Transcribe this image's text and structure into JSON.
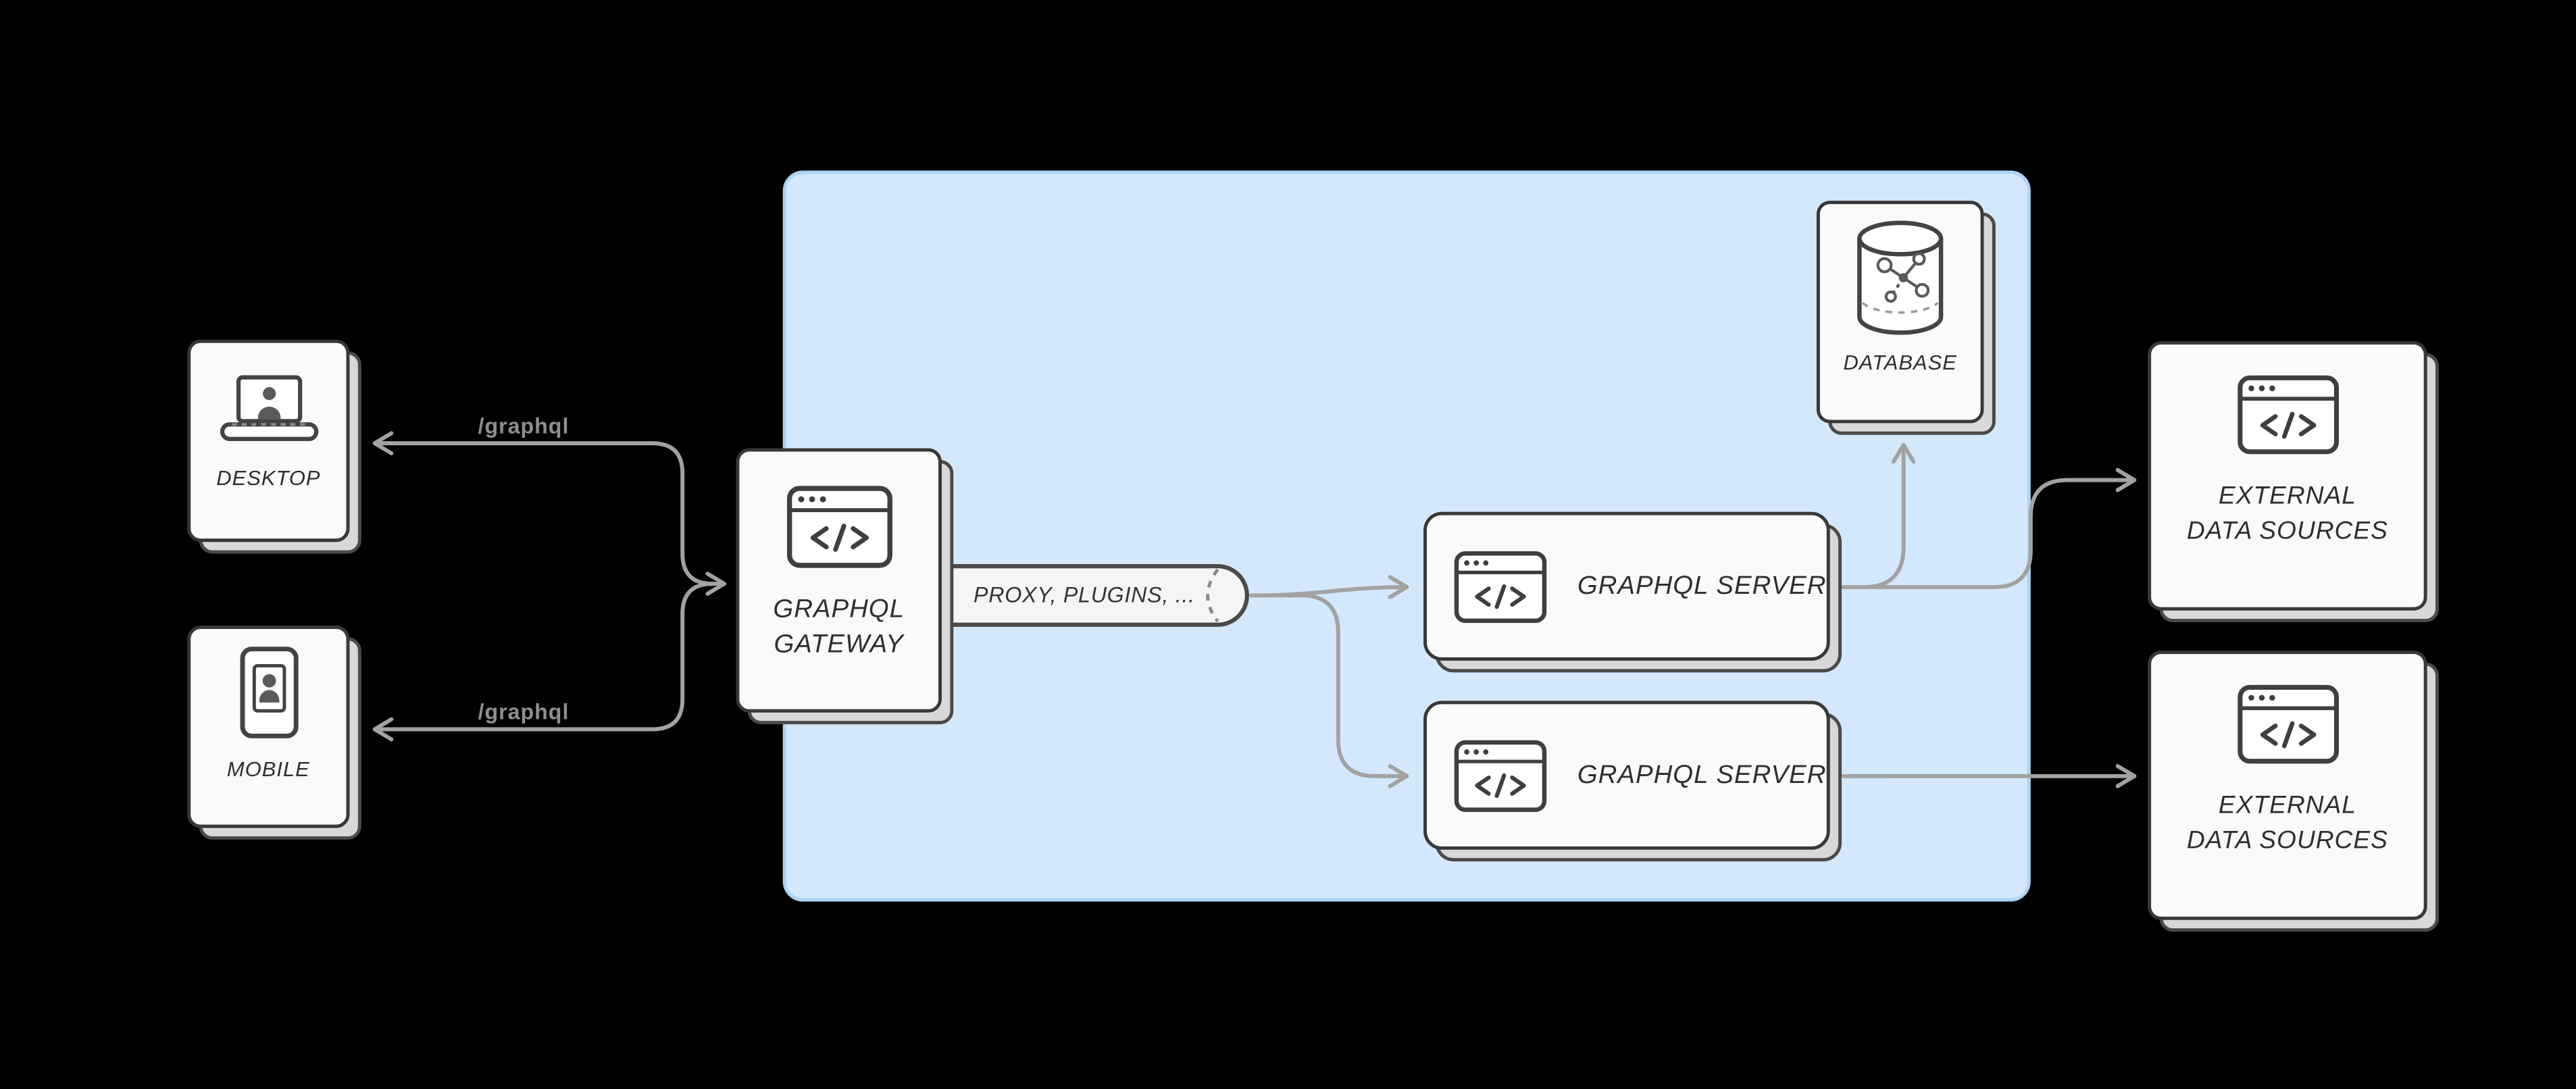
{
  "clients": {
    "desktop": {
      "label": "DESKTOP",
      "edge_label": "/graphql"
    },
    "mobile": {
      "label": "MOBILE",
      "edge_label": "/graphql"
    }
  },
  "gateway": {
    "line1": "GRAPHQL",
    "line2": "GATEWAY"
  },
  "pipe": {
    "label": "PROXY, PLUGINS, ..."
  },
  "servers": [
    {
      "label": "GRAPHQL SERVER"
    },
    {
      "label": "GRAPHQL SERVER"
    }
  ],
  "database": {
    "label": "DATABASE"
  },
  "externals": [
    {
      "line1": "EXTERNAL",
      "line2": "DATA SOURCES"
    },
    {
      "line1": "EXTERNAL",
      "line2": "DATA SOURCES"
    }
  ],
  "icons": {
    "desktop_icon": "laptop-with-user",
    "mobile_icon": "smartphone-with-user",
    "gateway_icon": "code-window",
    "server_icon": "code-window",
    "external_icon": "code-window",
    "database_icon": "database-cylinder-with-graph"
  },
  "colors": {
    "background": "#000000",
    "panel_fill": "#d3e8fc",
    "panel_border": "#aed2f1",
    "card_fill": "#fafafa",
    "card_border": "#383838",
    "card_back_fill": "#d8d8d8",
    "arrow": "#a2a2a2",
    "edge_label_text": "#8f8f8f",
    "node_label_text": "#2e2e2e"
  }
}
